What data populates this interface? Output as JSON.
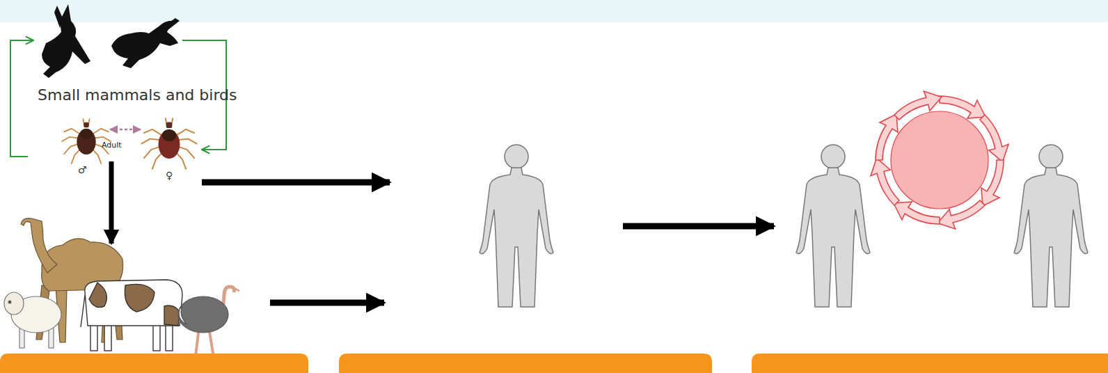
{
  "diagram": {
    "labels": [
      "Small mammals and birds",
      "Adult",
      "♂",
      "♀"
    ]
  }
}
